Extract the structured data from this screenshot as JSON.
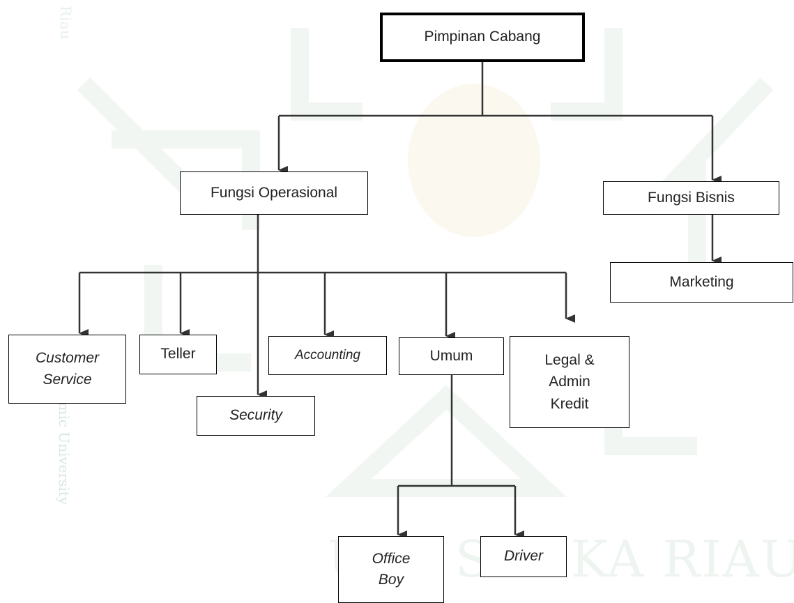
{
  "watermark": {
    "top": "Riau",
    "state": "State Islamic University",
    "bottom": "UIN SUSKA RIAU"
  },
  "org_chart": {
    "root": "Pimpinan Cabang",
    "operational": "Fungsi Operasional",
    "business": "Fungsi Bisnis",
    "marketing": "Marketing",
    "customer_service": "Customer Service",
    "teller": "Teller",
    "security": "Security",
    "accounting": "Accounting",
    "umum": "Umum",
    "legal": "Legal & Admin Kredit",
    "office_boy": "Office Boy",
    "driver": "Driver"
  },
  "colors": {
    "line": "#333333",
    "border": "#000000",
    "watermark": "#d6e8dc"
  }
}
